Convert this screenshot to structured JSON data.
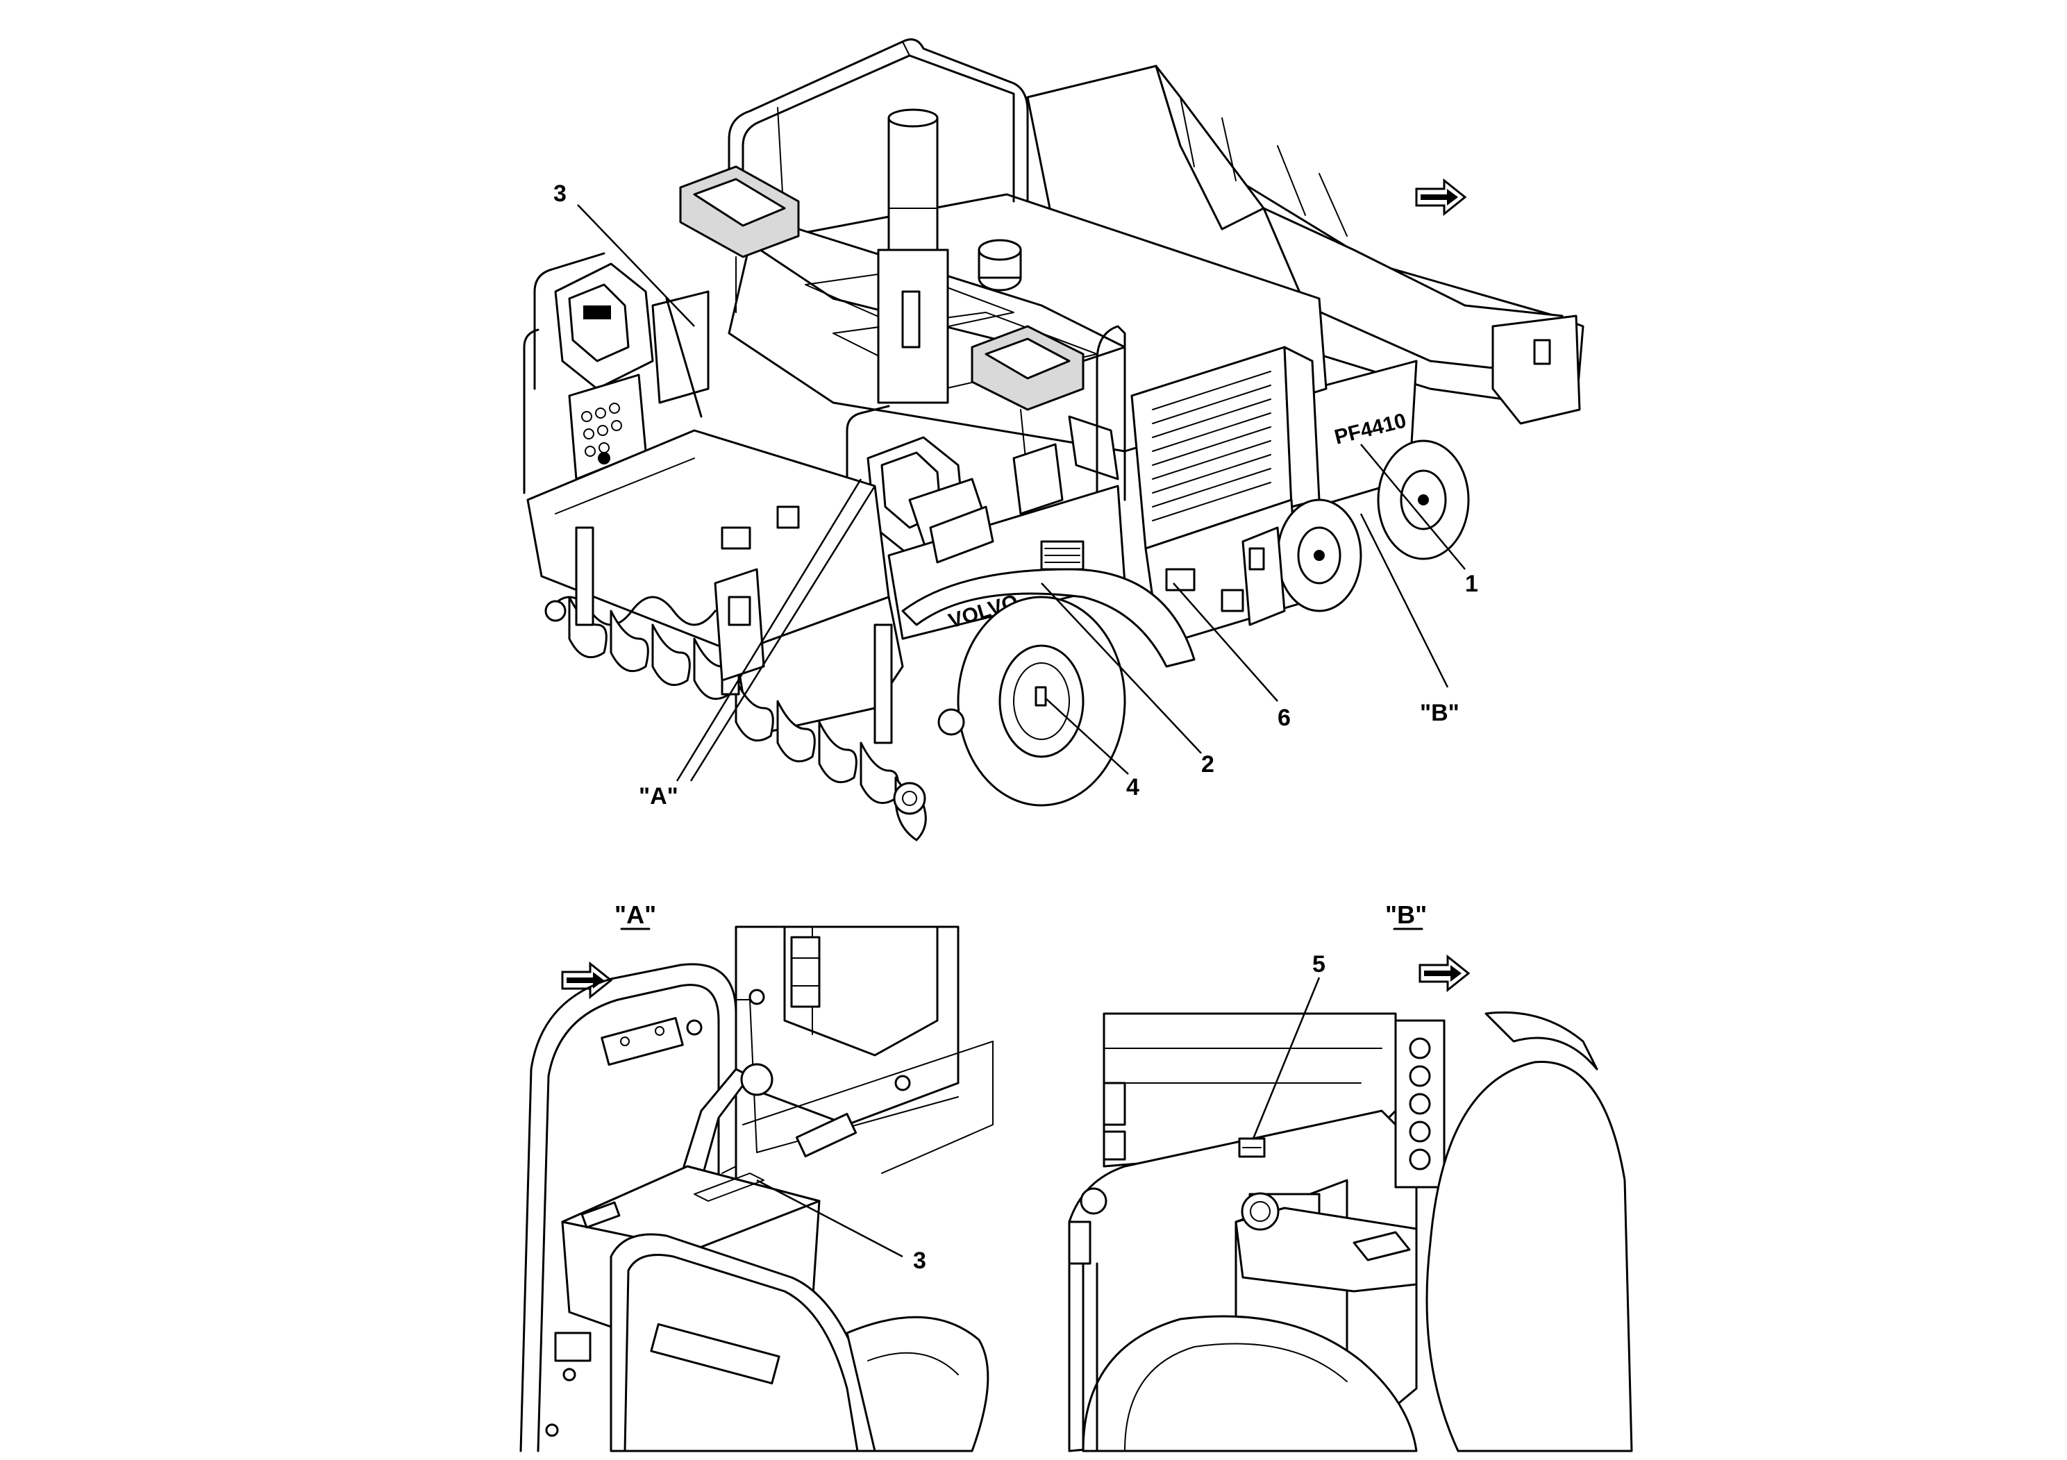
{
  "callouts": {
    "c1": "1",
    "c2": "2",
    "c3_main": "3",
    "c4": "4",
    "c6": "6",
    "view_a": "\"A\"",
    "view_b": "\"B\"",
    "c3_detail": "3",
    "c5": "5"
  },
  "detail_titles": {
    "a": "\"A\"",
    "b": "\"B\""
  },
  "machine_markings": {
    "brand": "VOLVO",
    "model": "PF4410"
  },
  "icons": [
    "direction-arrow-icon"
  ]
}
